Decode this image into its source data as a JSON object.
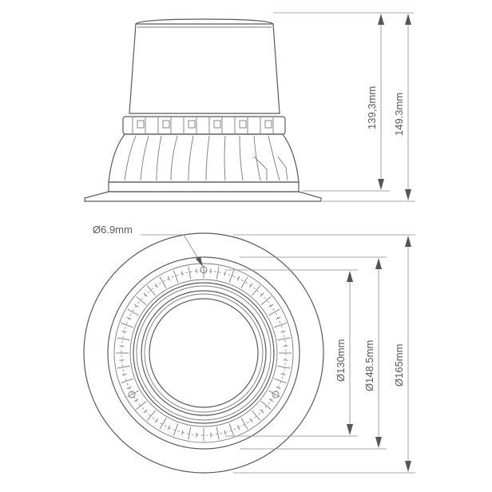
{
  "side_view": {
    "height_body": "139,3mm",
    "height_total": "149.3mm"
  },
  "top_view": {
    "hole_diameter": "Ø6.9mm",
    "inner_diameter": "Ø130mm",
    "mid_diameter": "Ø148.5mm",
    "outer_diameter": "Ø165mm"
  }
}
